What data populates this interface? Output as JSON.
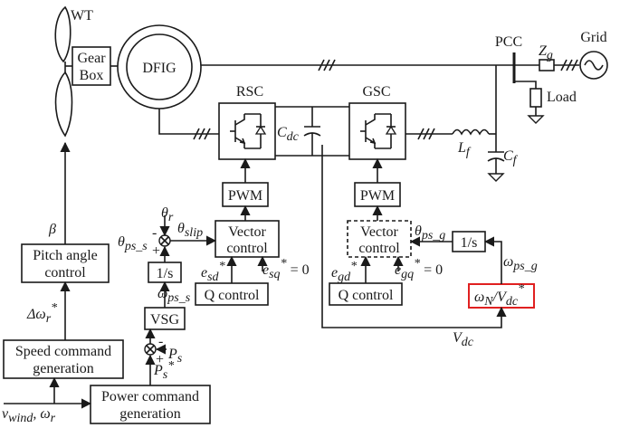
{
  "labels": {
    "wt": "WT",
    "gearbox_line1": "Gear",
    "gearbox_line2": "Box",
    "dfig": "DFIG",
    "rsc": "RSC",
    "gsc": "GSC",
    "pcc": "PCC",
    "grid": "Grid",
    "load": "Load",
    "zg": "Z",
    "zg_sub": "g",
    "cdc": "C",
    "cdc_sub": "dc",
    "lf": "L",
    "lf_sub": "f",
    "cf": "C",
    "cf_sub": "f"
  },
  "blocks": {
    "pwm_rsc": "PWM",
    "pwm_gsc": "PWM",
    "vector_rsc_1": "Vector",
    "vector_rsc_2": "control",
    "vector_gsc_1": "Vector",
    "vector_gsc_2": "control",
    "integrator_rsc": "1/s",
    "integrator_gsc": "1/s",
    "vsg": "VSG",
    "q_control_rsc": "Q control",
    "q_control_gsc": "Q control",
    "pitch_1": "Pitch angle",
    "pitch_2": "control",
    "speed_1": "Speed command",
    "speed_2": "generation",
    "power_1": "Power command",
    "power_2": "generation",
    "omega_n_1": "ω",
    "omega_n_sub": "N",
    "omega_n_2": "/V",
    "omega_n_sub2": "dc",
    "omega_n_sup": "*"
  },
  "signals": {
    "beta": "β",
    "delta_omega_1": "Δω",
    "delta_omega_sub": "r",
    "delta_omega_sup": "*",
    "vwind_1": "v",
    "vwind_sub": "wind",
    "vwind_2": ", ω",
    "vwind_sub2": "r",
    "theta_r_1": "θ",
    "theta_r_sub": "r",
    "theta_ps_s_1": "θ",
    "theta_ps_s_sub": "ps_s",
    "theta_slip_1": "θ",
    "theta_slip_sub": "slip",
    "omega_ps_s_1": "ω",
    "omega_ps_s_sub": "ps_s",
    "esd_1": "e",
    "esd_sub": "sd",
    "esd_sup": "*",
    "esq_1": "e",
    "esq_sub": "sq",
    "esq_sup": "*",
    "esq_val": " = 0",
    "ps_1": "P",
    "ps_sub": "s",
    "ps_star_1": "P",
    "ps_star_sub": "s",
    "ps_star_sup": "*",
    "theta_ps_g_1": "θ",
    "theta_ps_g_sub": "ps_g",
    "omega_ps_g_1": "ω",
    "omega_ps_g_sub": "ps_g",
    "egd_1": "e",
    "egd_sub": "gd",
    "egd_sup": "*",
    "egq_1": "e",
    "egq_sub": "gq",
    "egq_sup": "*",
    "egq_val": " = 0",
    "vdc_1": "V",
    "vdc_sub": "dc",
    "plus": "+",
    "minus": "-"
  },
  "colors": {
    "line": "#1a1a1a",
    "highlight": "#e02020",
    "background": "#ffffff"
  }
}
